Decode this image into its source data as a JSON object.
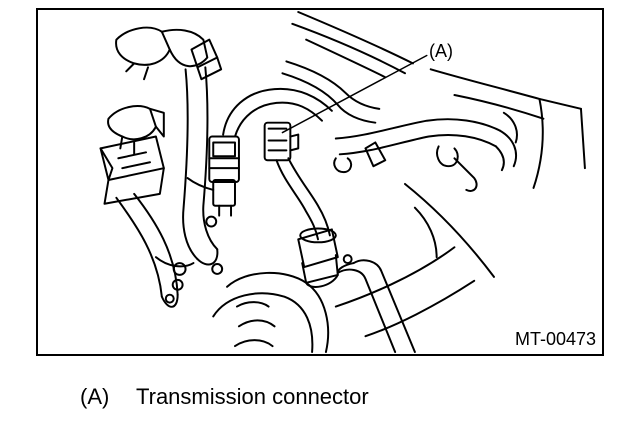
{
  "figure": {
    "callout_label": "(A)",
    "figure_code": "MT-00473"
  },
  "legend": {
    "key": "(A)",
    "text": "Transmission connector"
  }
}
